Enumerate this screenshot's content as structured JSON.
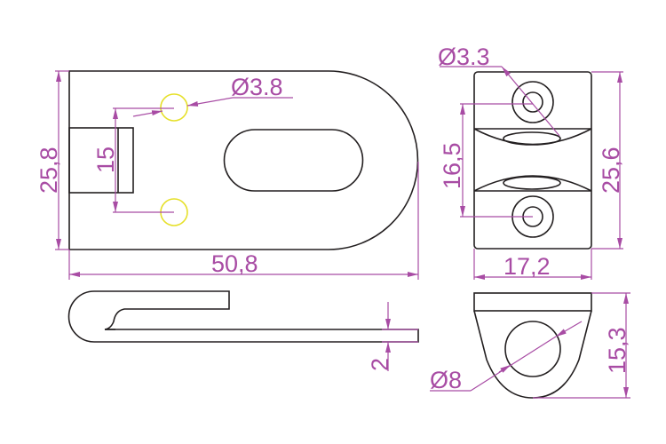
{
  "drawing": {
    "line_color": "#231f20",
    "dimension_color": "#a84ca4",
    "hole_highlight_color": "#e6e02a",
    "dimensions": {
      "top_view_height": "25,8",
      "slot_hole_spacing": "15",
      "mount_hole_diameter": "Ø3.8",
      "overall_length": "50,8",
      "plate_thickness": "2",
      "clamp_hole_diameter": "Ø3.3",
      "clamp_hole_spacing": "16,5",
      "clamp_height": "25,6",
      "clamp_width": "17,2",
      "end_view_height": "15,3",
      "end_view_bore_diameter": "Ø8"
    }
  }
}
